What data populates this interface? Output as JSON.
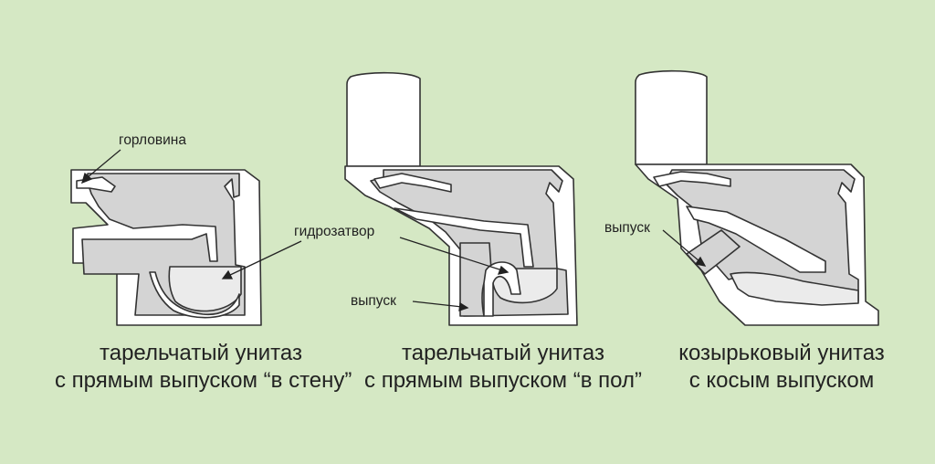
{
  "labels": {
    "neck": "горловина",
    "water_seal": "гидрозатвор",
    "outlet_middle": "выпуск",
    "outlet_right": "выпуск"
  },
  "captions": [
    {
      "line1": "тарельчатый унитаз",
      "line2": "с прямым выпуском “в стену”"
    },
    {
      "line1": "тарельчатый унитаз",
      "line2": "с прямым выпуском “в пол”"
    },
    {
      "line1": "козырьковый унитаз",
      "line2": "с косым выпуском"
    }
  ],
  "colors": {
    "background": "#d5e8c4",
    "porcelain": "#ffffff",
    "cavity": "#d4d4d4",
    "water": "#ebebeb",
    "outline": "#333333"
  }
}
